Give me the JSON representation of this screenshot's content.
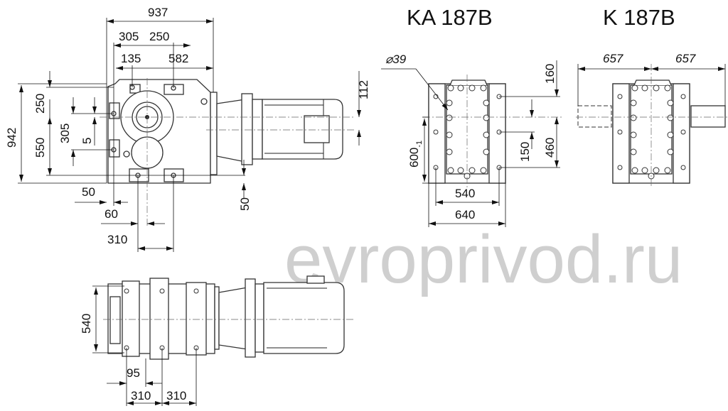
{
  "titles": {
    "ka": "KA 187B",
    "k": "K 187B"
  },
  "watermark": "evroprivod.ru",
  "front_view": {
    "dims": {
      "overall_width": "937",
      "d305_top": "305",
      "d250_top": "250",
      "d135": "135",
      "d582": "582",
      "overall_height": "942",
      "d250_left": "250",
      "d550": "550",
      "d305_left": "305",
      "d5": "5",
      "d50_bottom": "50",
      "d60": "60",
      "d310": "310",
      "d50_right": "50",
      "d112": "112"
    }
  },
  "ka_view": {
    "dims": {
      "hole_dia": "⌀39",
      "d160": "160",
      "d460": "460",
      "d150": "150",
      "d600": "600",
      "d600_tol": "-1",
      "d540": "540",
      "d640": "640"
    }
  },
  "k_view": {
    "dims": {
      "left_657": "657",
      "right_657": "657"
    }
  },
  "bottom_view": {
    "dims": {
      "d540": "540",
      "d95": "95",
      "d310_a": "310",
      "d310_b": "310"
    }
  }
}
